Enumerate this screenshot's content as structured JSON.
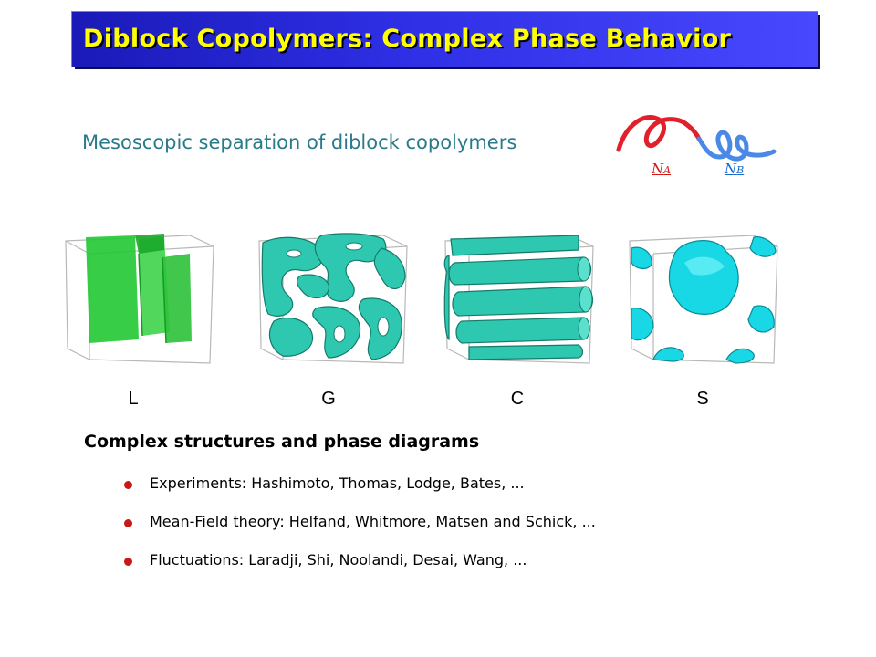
{
  "title": "Diblock Copolymers: Complex Phase Behavior",
  "subtitle": "Mesoscopic separation of diblock copolymers",
  "polymer_labels": {
    "na_main": "N",
    "na_sub": "A",
    "nb_main": "N",
    "nb_sub": "B"
  },
  "colors": {
    "block_a": "#e0202a",
    "block_b": "#4a8ae6",
    "lamellae": "#22c832",
    "teal": "#2ec8b0",
    "sphere": "#18d8e6",
    "bullet": "#c81818",
    "title_text": "#ffff00"
  },
  "structures": [
    {
      "label": "L"
    },
    {
      "label": "G"
    },
    {
      "label": "C"
    },
    {
      "label": "S"
    }
  ],
  "heading": "Complex structures and phase diagrams",
  "bullets": [
    "Experiments: Hashimoto, Thomas, Lodge, Bates, ...",
    "Mean-Field theory: Helfand, Whitmore, Matsen and Schick, ...",
    "Fluctuations: Laradji, Shi, Noolandi, Desai, Wang, ..."
  ]
}
